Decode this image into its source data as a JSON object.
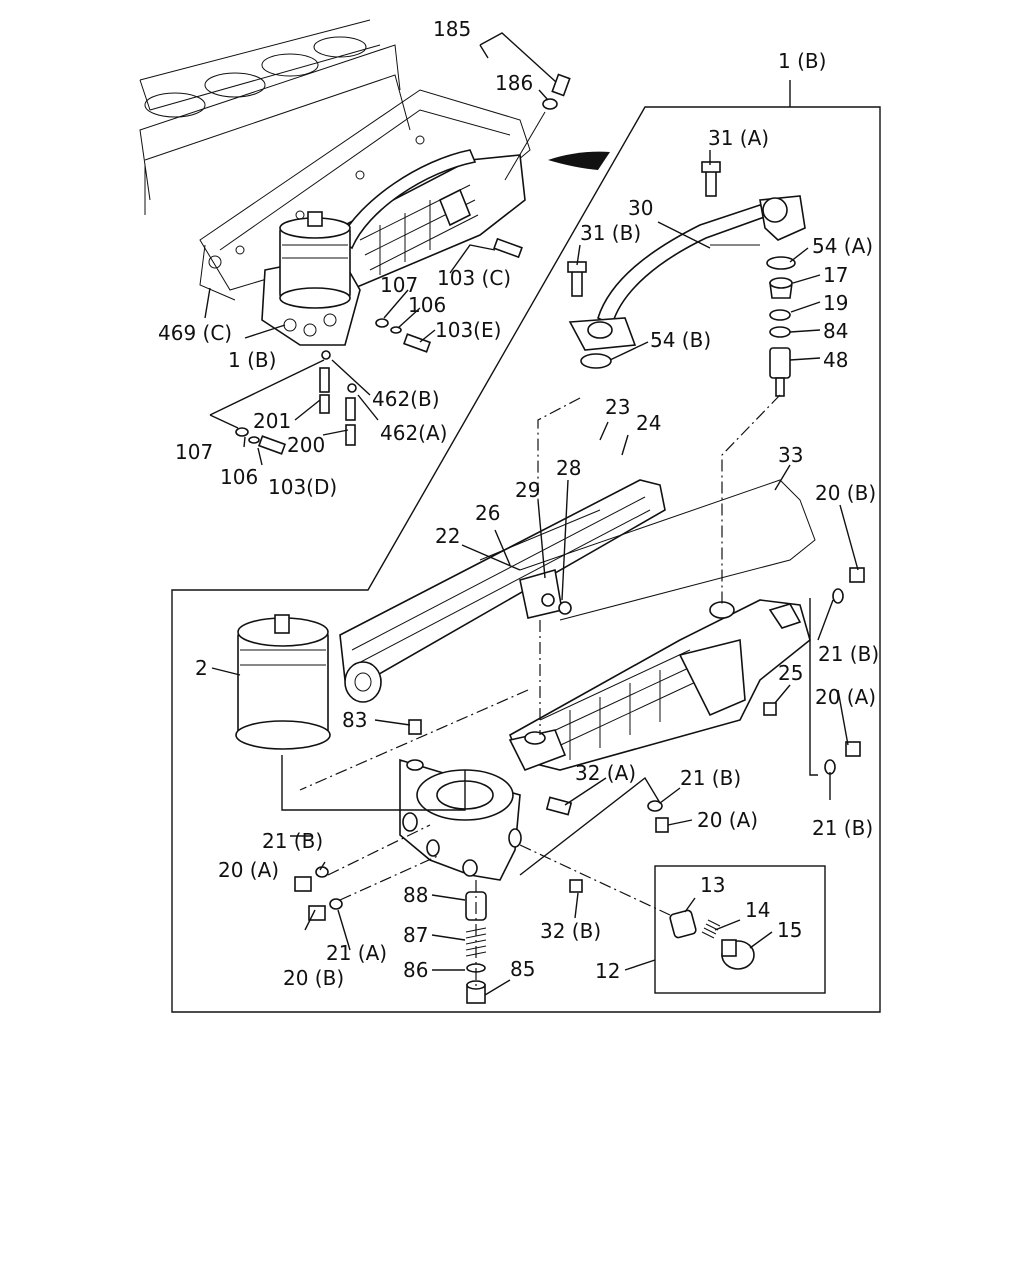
{
  "labels": {
    "l185": "185",
    "l186": "186",
    "l1B_top": "1 (B)",
    "l31A": "31 (A)",
    "l30": "30",
    "l31B": "31 (B)",
    "l54A": "54 (A)",
    "l17": "17",
    "l19": "19",
    "l84": "84",
    "l48": "48",
    "l54B": "54 (B)",
    "l103C": "103 (C)",
    "l107a": "107",
    "l106a": "106",
    "l103E": "103(E)",
    "l469C": "469 (C)",
    "l1B_left": "1 (B)",
    "l462B": "462(B)",
    "l201": "201",
    "l200": "200",
    "l462A": "462(A)",
    "l107b": "107",
    "l106b": "106",
    "l103D": "103(D)",
    "l23": "23",
    "l24": "24",
    "l29": "29",
    "l28": "28",
    "l33": "33",
    "l20B_r": "20 (B)",
    "l22": "22",
    "l26": "26",
    "l2": "2",
    "l21B_r1": "21 (B)",
    "l25": "25",
    "l20A_r": "20 (A)",
    "l83": "83",
    "l32A": "32 (A)",
    "l21B_m": "21 (B)",
    "l20A_m": "20 (A)",
    "l21B_r2": "21 (B)",
    "l21B_l": "21 (B)",
    "l20A_l": "20 (A)",
    "l13": "13",
    "l14": "14",
    "l15": "15",
    "l88": "88",
    "l32B": "32 (B)",
    "l87": "87",
    "l21A": "21 (A)",
    "l86": "86",
    "l85": "85",
    "l12": "12",
    "l20B_l": "20 (B)"
  }
}
